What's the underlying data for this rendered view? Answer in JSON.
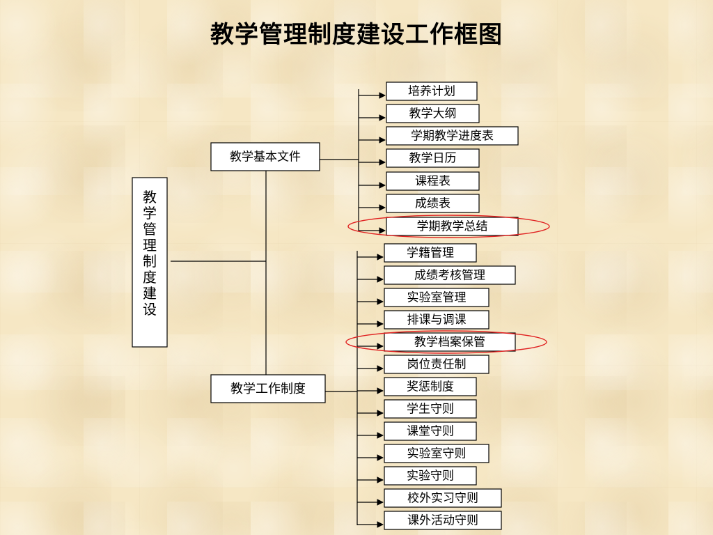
{
  "title": "教学管理制度建设工作框图",
  "root": "教学管理制度建设",
  "groups": [
    {
      "label": "教学基本文件",
      "items": [
        "培养计划",
        "教学大纲",
        "学期教学进度表",
        "教学日历",
        "课程表",
        "成绩表",
        "学期教学总结"
      ],
      "highlighted": [
        "学期教学总结"
      ]
    },
    {
      "label": "教学工作制度",
      "items": [
        "学籍管理",
        "成绩考核管理",
        "实验室管理",
        "排课与调课",
        "教学档案保管",
        "岗位责任制",
        "奖惩制度",
        "学生守则",
        "课堂守则",
        "实验室守则",
        "实验守则",
        "校外实习守则",
        "课外活动守则"
      ],
      "highlighted": [
        "教学档案保管"
      ]
    }
  ],
  "colors": {
    "line": "#000000",
    "box_fill": "#ffffff",
    "highlight": "#e02020"
  }
}
